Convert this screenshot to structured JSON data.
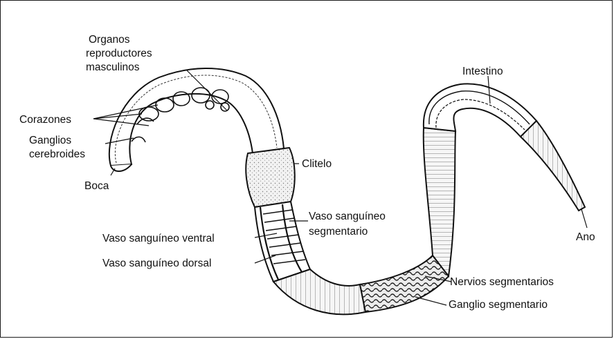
{
  "labels": {
    "organos_line1": "Organos",
    "organos_line2": "reproductores",
    "organos_line3": "masculinos",
    "corazones": "Corazones",
    "ganglios_line1": "Ganglios",
    "ganglios_line2": "cerebroides",
    "boca": "Boca",
    "clitelo": "Clitelo",
    "vaso_segmentario_line1": "Vaso sanguíneo",
    "vaso_segmentario_line2": "segmentario",
    "vaso_ventral": "Vaso sanguíneo ventral",
    "vaso_dorsal": "Vaso sanguíneo dorsal",
    "intestino": "Intestino",
    "ano": "Ano",
    "nervios": "Nervios segmentarios",
    "ganglio_segmentario": "Ganglio segmentario"
  },
  "colors": {
    "ink": "#111111",
    "paper": "#ffffff",
    "shade": "#d9d9d9",
    "body_fill": "#f4f4f4"
  }
}
